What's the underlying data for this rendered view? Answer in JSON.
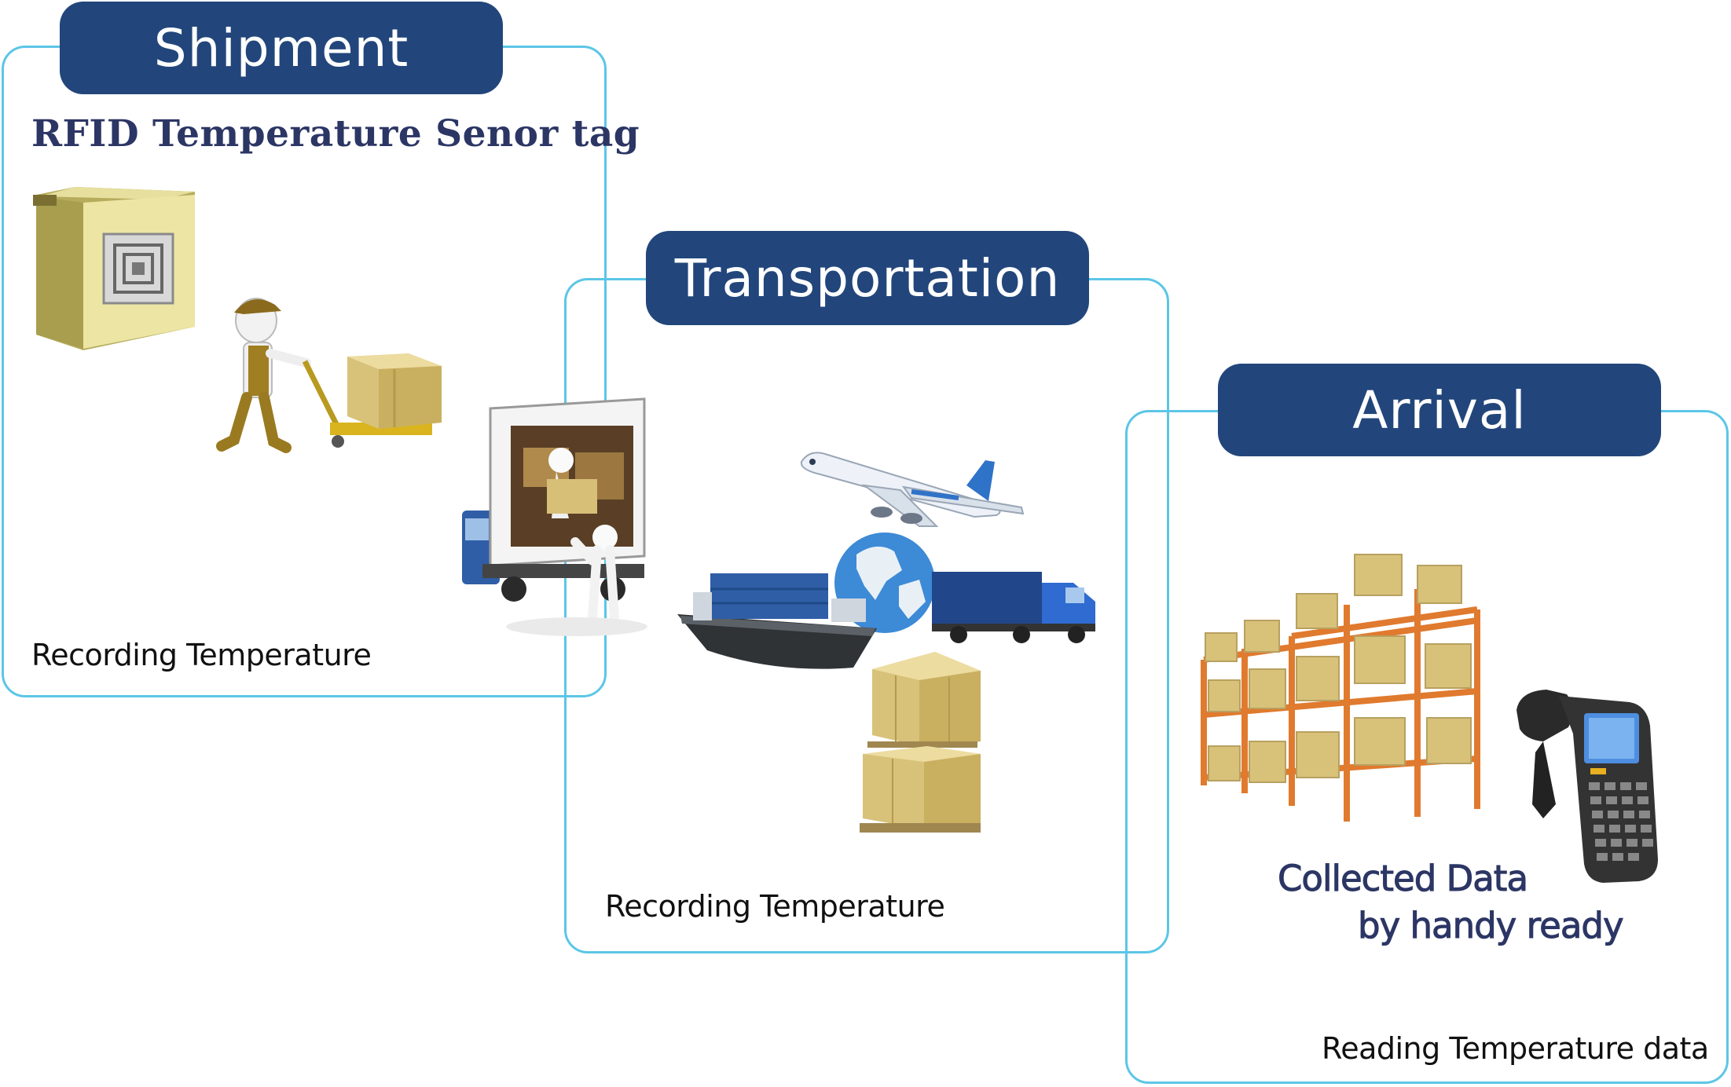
{
  "stages": {
    "shipment": {
      "title": "Shipment",
      "subtitle": "RFID Temperature Senor tag",
      "caption": "Recording Temperature"
    },
    "transportation": {
      "title": "Transportation",
      "caption": "Recording Temperature"
    },
    "arrival": {
      "title": "Arrival",
      "note_line1": "Collected Data",
      "note_line2": "by handy ready",
      "caption": "Reading Temperature data"
    }
  },
  "colors": {
    "header_bg": "#22467b",
    "panel_border": "#5cc6e6",
    "note_text": "#2c3665"
  },
  "icons": [
    "rfid-box-icon",
    "pallet-jack-worker-icon",
    "truck-loading-icon",
    "airplane-icon",
    "globe-icon",
    "cargo-ship-icon",
    "semi-truck-icon",
    "stacked-boxes-icon",
    "warehouse-shelves-icon",
    "handheld-rfid-reader-icon"
  ]
}
